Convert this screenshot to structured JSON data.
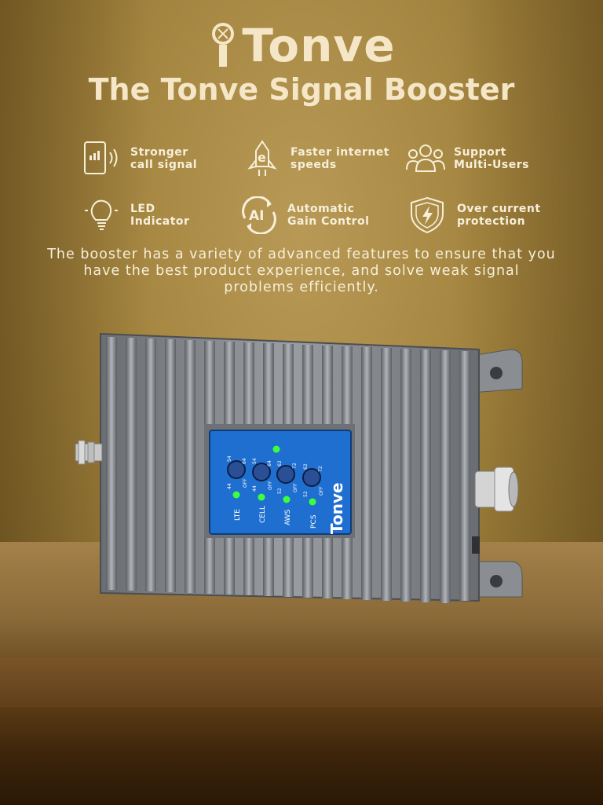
{
  "brand": {
    "name": "Tonve"
  },
  "headline": "The Tonve Signal Booster",
  "features": [
    {
      "icon": "phone-signal-icon",
      "label": "Stronger\ncall signal"
    },
    {
      "icon": "rocket-internet-icon",
      "label": "Faster internet\nspeeds"
    },
    {
      "icon": "users-icon",
      "label": "Support\nMulti-Users"
    },
    {
      "icon": "lightbulb-icon",
      "label": "LED\nIndicator"
    },
    {
      "icon": "ai-gain-icon",
      "label": "Automatic\nGain Control"
    },
    {
      "icon": "shield-lightning-icon",
      "label": "Over current\nprotection"
    }
  ],
  "description": "The booster has a variety of advanced features to ensure that you have the best product experience, and solve weak signal problems efficiently.",
  "device": {
    "brand": "Tonve",
    "bands": [
      {
        "name": "LTE",
        "scale": [
          "44",
          "54",
          "64",
          "OFF"
        ]
      },
      {
        "name": "CELL",
        "scale": [
          "44",
          "54",
          "64",
          "OFF"
        ]
      },
      {
        "name": "AWS",
        "scale": [
          "52",
          "62",
          "72",
          "OFF"
        ]
      },
      {
        "name": "PCS",
        "scale": [
          "52",
          "62",
          "72",
          "OFF"
        ]
      }
    ]
  },
  "colors": {
    "accent_text": "#f4e6c6",
    "panel_blue": "#1f6fd0",
    "led_green": "#3cff3c"
  }
}
